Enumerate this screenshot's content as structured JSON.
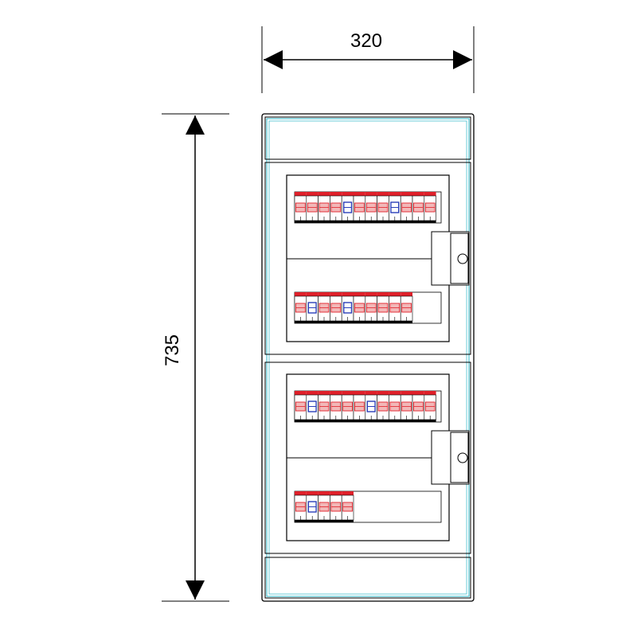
{
  "dimensions": {
    "width_label": "320",
    "height_label": "735"
  },
  "colors": {
    "outline": "#000000",
    "inner_frame": "#2fb8c8",
    "breaker_red": "#e0202a",
    "breaker_pink": "#f2b8b8",
    "rcd_blue": "#2a3fb8"
  },
  "panel": {
    "sections": [
      {
        "name": "section-top",
        "rails": [
          {
            "name": "rail-1",
            "modules": [
              "mcb",
              "mcb",
              "mcb",
              "mcb",
              "rcd",
              "mcb",
              "mcb",
              "mcb",
              "rcd",
              "mcb",
              "mcb",
              "mcb"
            ]
          },
          {
            "name": "rail-2",
            "modules": [
              "mcb",
              "rcd",
              "mcb",
              "mcb",
              "rcd",
              "mcb",
              "mcb",
              "mcb",
              "mcb",
              "mcb"
            ]
          }
        ]
      },
      {
        "name": "section-bottom",
        "rails": [
          {
            "name": "rail-3",
            "modules": [
              "mcb",
              "rcd",
              "mcb",
              "mcb",
              "mcb",
              "mcb",
              "rcd",
              "mcb",
              "mcb",
              "mcb",
              "mcb",
              "mcb"
            ]
          },
          {
            "name": "rail-4",
            "modules": [
              "mcb",
              "rcd",
              "mcb",
              "mcb",
              "mcb"
            ]
          }
        ]
      }
    ]
  }
}
